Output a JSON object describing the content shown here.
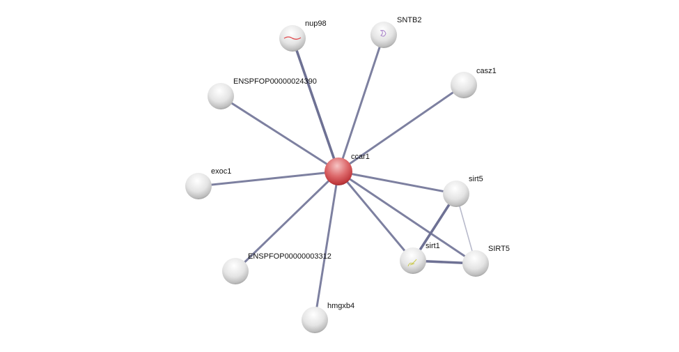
{
  "network": {
    "query_node": "ccar1",
    "query_color": "#d9454a",
    "node_color": "#e6e6e6",
    "nodes": {
      "ccar1": "ccar1",
      "nup98": "nup98",
      "sntb2": "SNTB2",
      "casz1": "casz1",
      "enspfop24390": "ENSPFOP00000024390",
      "exoc1": "exoc1",
      "enspfop3312": "ENSPFOP00000003312",
      "hmgxb4": "hmgxb4",
      "sirt5": "sirt5",
      "sirt1": "sirt1",
      "SIRT5_upper": "SIRT5"
    },
    "edges": [
      [
        "ccar1",
        "nup98"
      ],
      [
        "ccar1",
        "SNTB2"
      ],
      [
        "ccar1",
        "casz1"
      ],
      [
        "ccar1",
        "ENSPFOP00000024390"
      ],
      [
        "ccar1",
        "exoc1"
      ],
      [
        "ccar1",
        "ENSPFOP00000003312"
      ],
      [
        "ccar1",
        "hmgxb4"
      ],
      [
        "ccar1",
        "sirt5"
      ],
      [
        "ccar1",
        "sirt1"
      ],
      [
        "ccar1",
        "SIRT5"
      ],
      [
        "sirt5",
        "sirt1"
      ],
      [
        "sirt5",
        "SIRT5"
      ],
      [
        "sirt1",
        "SIRT5"
      ]
    ]
  }
}
